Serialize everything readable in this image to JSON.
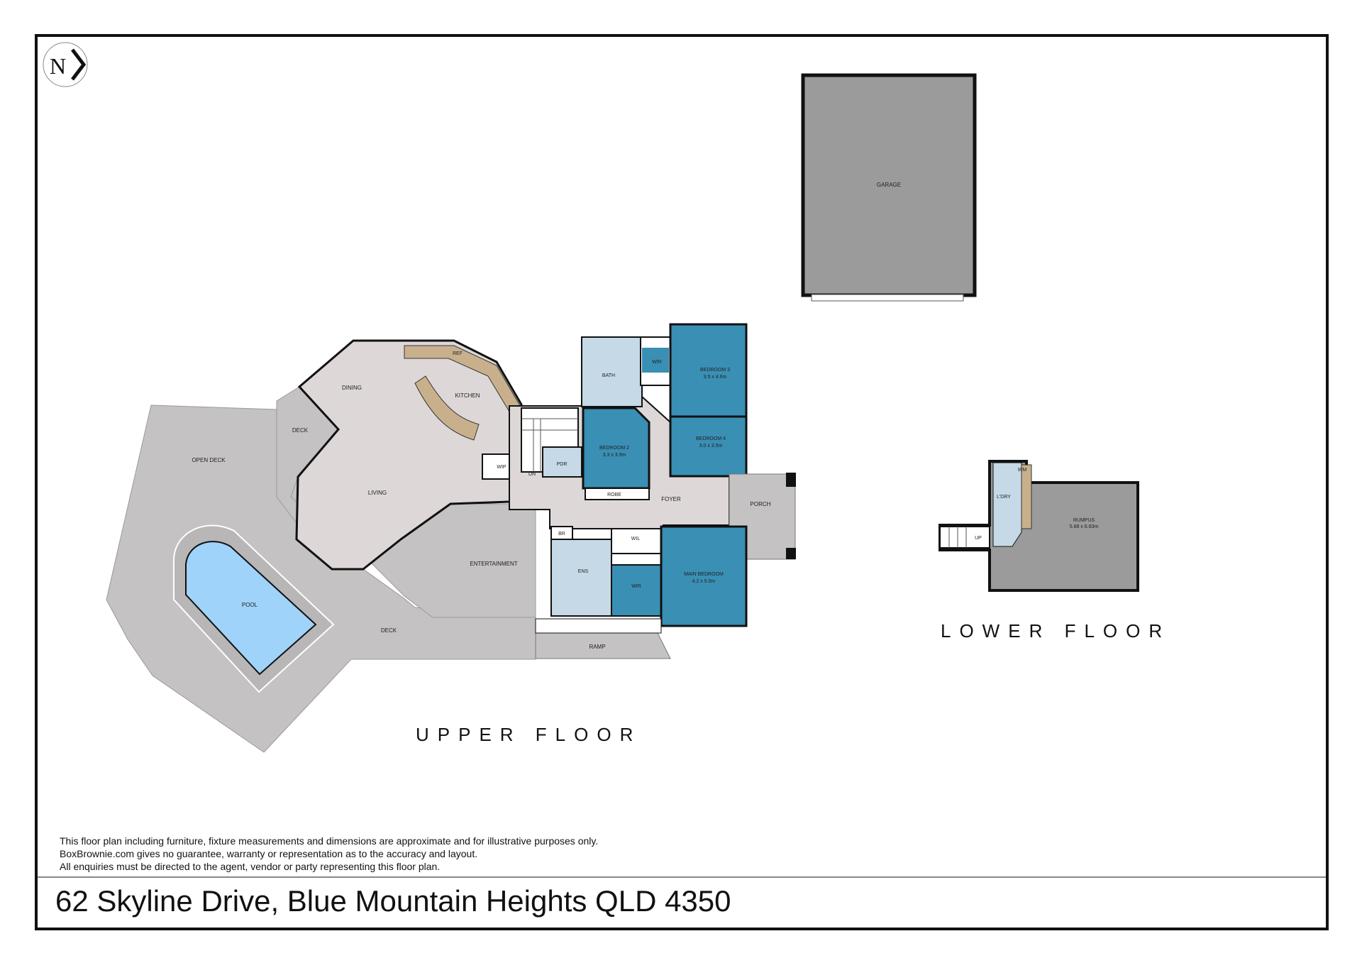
{
  "floor_labels": {
    "upper": "UPPER FLOOR",
    "lower": "LOWER FLOOR"
  },
  "compass": {
    "letter": "N"
  },
  "rooms": {
    "garage": "GARAGE",
    "open_deck": "OPEN DECK",
    "deck_small": "DECK",
    "dining": "DINING",
    "kitchen": "KITCHEN",
    "ref": "REF",
    "living": "LIVING",
    "wip": "WIP",
    "pool": "POOL",
    "deck": "DECK",
    "entertainment": "ENTERTAINMENT",
    "ramp": "RAMP",
    "dn": "DN",
    "pdr": "PDR",
    "bath": "BATH",
    "wir_bed3": "WIR",
    "bedroom2": {
      "name": "BEDROOM 2",
      "size": "3.3 x 3.9m"
    },
    "bedroom3": {
      "name": "BEDROOM 3",
      "size": "3.5 x 4.6m"
    },
    "bedroom4": {
      "name": "BEDROOM 4",
      "size": "3.0 x 3.5m"
    },
    "robe": "ROBE",
    "foyer": "FOYER",
    "porch": "PORCH",
    "br": "BR",
    "wil": "WIL",
    "ens": "ENS",
    "wir_main": "WIR",
    "main_bedroom": {
      "name": "MAIN BEDROOM",
      "size": "4.2 x 5.0m"
    },
    "ldry": "L'DRY",
    "wm": "WM",
    "up": "UP",
    "rumpus": {
      "name": "RUMPUS",
      "size": "5.88 x 6.83m"
    }
  },
  "disclaimer": [
    "This floor plan including furniture, fixture measurements and dimensions are approximate and for illustrative purposes only.",
    "BoxBrownie.com gives no guarantee, warranty or representation as to the accuracy and layout.",
    "All enquiries must be directed to the agent, vendor or party representing this floor plan."
  ],
  "address": "62 Skyline Drive, Blue Mountain Heights QLD 4350",
  "colors": {
    "deck": "#c4c2c3",
    "interior": "#ddd7d8",
    "bedroom": "#3a8fb5",
    "wet_area": "#c5d9e6",
    "garage": "#9b9b9b",
    "pool_water": "#9fd3fa",
    "bench": "#c9b08c",
    "wall": "#111111"
  }
}
